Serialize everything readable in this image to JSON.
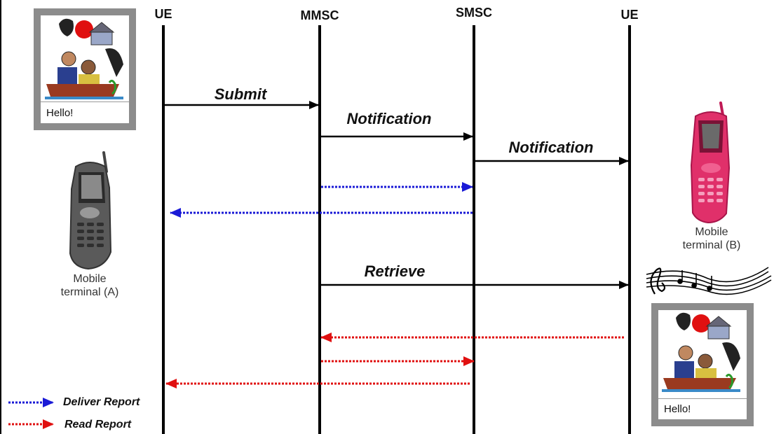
{
  "lanes": {
    "ue_a": "UE",
    "mmsc": "MMSC",
    "smsc": "SMSC",
    "ue_b": "UE"
  },
  "messages": {
    "submit": "Submit",
    "notification_1": "Notification",
    "notification_2": "Notification",
    "retrieve": "Retrieve"
  },
  "terminals": {
    "a_label": "Mobile\nterminal (A)",
    "b_label": "Mobile\nterminal (B)"
  },
  "cards": {
    "top_left_text": "Hello!",
    "bottom_right_text": "Hello!"
  },
  "legend": {
    "deliver_report": "Deliver Report",
    "read_report": "Read Report"
  },
  "colors": {
    "deliver": "#1a1ad6",
    "read": "#e01010",
    "phone_a": "#555555",
    "phone_b": "#e0306a"
  }
}
